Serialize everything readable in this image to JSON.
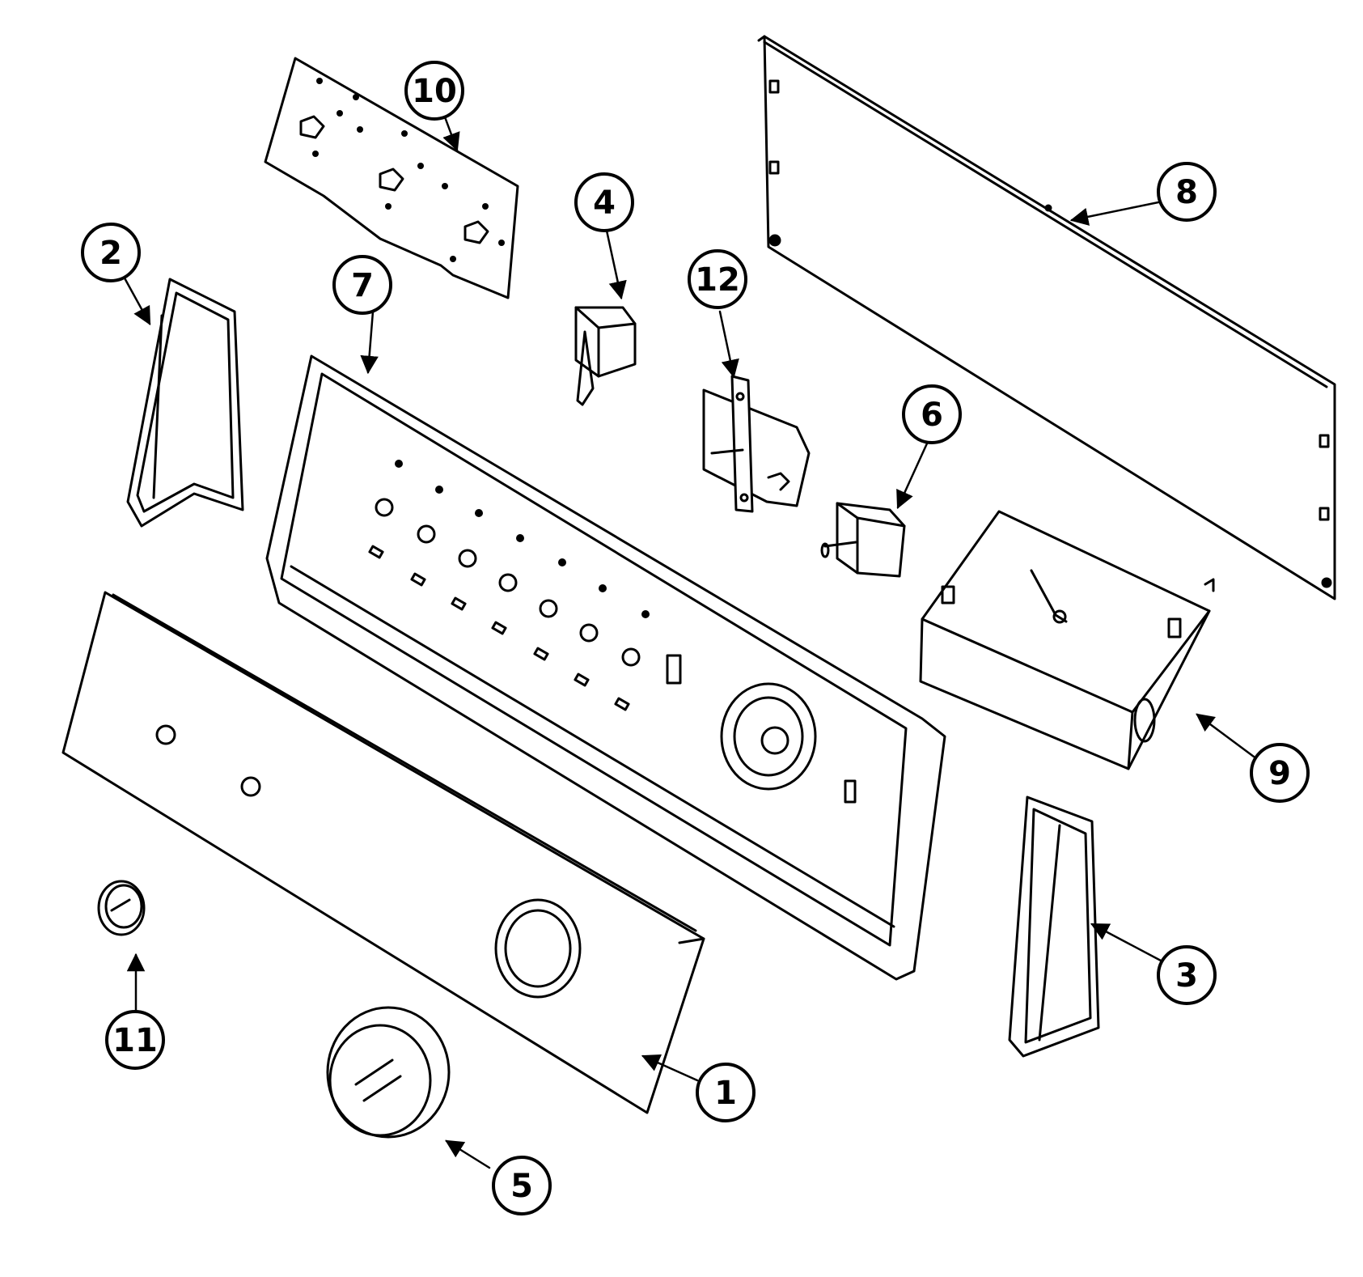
{
  "diagram": {
    "line_color": "#000000",
    "background": "#ffffff",
    "callouts": [
      {
        "id": "c1",
        "label": "1"
      },
      {
        "id": "c2",
        "label": "2"
      },
      {
        "id": "c3",
        "label": "3"
      },
      {
        "id": "c4",
        "label": "4"
      },
      {
        "id": "c5",
        "label": "5"
      },
      {
        "id": "c6",
        "label": "6"
      },
      {
        "id": "c7",
        "label": "7"
      },
      {
        "id": "c8",
        "label": "8"
      },
      {
        "id": "c9",
        "label": "9"
      },
      {
        "id": "c10",
        "label": "10"
      },
      {
        "id": "c11",
        "label": "11"
      },
      {
        "id": "c12",
        "label": "12"
      }
    ]
  }
}
